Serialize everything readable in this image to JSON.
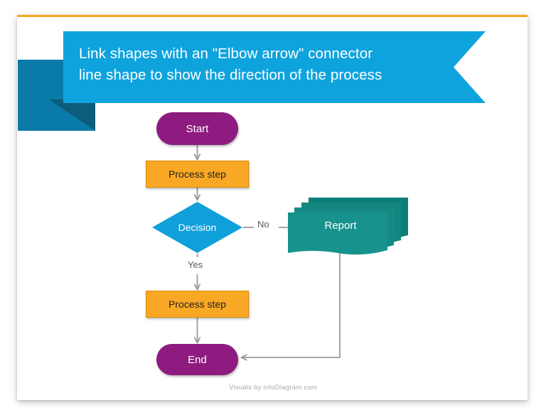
{
  "slide": {
    "accent_rule_color": "#F5A623",
    "background": "#FFFFFF"
  },
  "banner": {
    "text": "Link shapes with an \"Elbow arrow\" connector\nline shape to show the direction of the process",
    "fill_color": "#0FA3DD",
    "text_color": "#FFFFFF",
    "deco_tab_color": "#0A7BA8",
    "deco_fold_color": "#0D5C7C"
  },
  "flowchart": {
    "nodes": [
      {
        "id": "start",
        "label": "Start",
        "shape": "stadium",
        "fill": "#8E1B7F",
        "text_color": "#FFFFFF"
      },
      {
        "id": "process1",
        "label": "Process step",
        "shape": "rectangle",
        "fill": "#F9A825",
        "border": "#E08A00",
        "text_color": "#231F20"
      },
      {
        "id": "decision",
        "label": "Decision",
        "shape": "diamond",
        "fill": "#0FA0DA",
        "text_color": "#FFFFFF"
      },
      {
        "id": "report",
        "label": "Report",
        "shape": "multi-document",
        "fill": "#17928C",
        "text_color": "#FFFFFF"
      },
      {
        "id": "process2",
        "label": "Process step",
        "shape": "rectangle",
        "fill": "#F9A825",
        "border": "#E08A00",
        "text_color": "#231F20"
      },
      {
        "id": "end",
        "label": "End",
        "shape": "stadium",
        "fill": "#8E1B7F",
        "text_color": "#FFFFFF"
      }
    ],
    "edges": [
      {
        "from": "start",
        "to": "process1",
        "label": "",
        "type": "straight"
      },
      {
        "from": "process1",
        "to": "decision",
        "label": "",
        "type": "straight"
      },
      {
        "from": "decision",
        "to": "report",
        "label": "No",
        "type": "straight"
      },
      {
        "from": "decision",
        "to": "process2",
        "label": "Yes",
        "type": "straight"
      },
      {
        "from": "process2",
        "to": "end",
        "label": "",
        "type": "straight"
      },
      {
        "from": "report",
        "to": "end",
        "label": "",
        "type": "elbow"
      }
    ],
    "edge_labels": {
      "no": "No",
      "yes": "Yes"
    },
    "connector_color": "#9A9A9A"
  },
  "footer": {
    "credit": "Visuals by infoDiagram.com"
  }
}
